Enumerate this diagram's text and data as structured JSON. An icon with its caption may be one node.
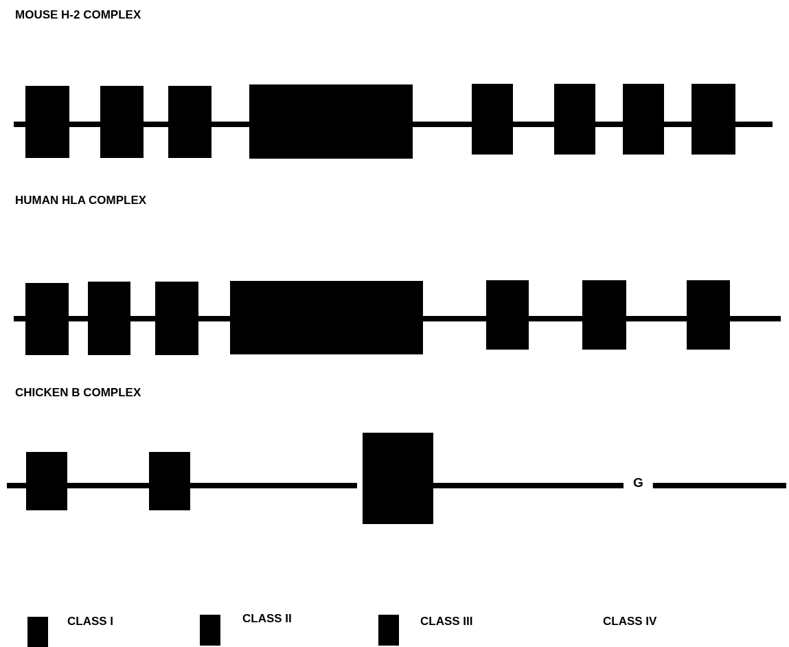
{
  "diagram": {
    "nodes": [
      {
        "text": [],
        "shape": "box"
      },
      {
        "text": [],
        "shape": "box"
      },
      {
        "text": [],
        "shape": "box"
      },
      {
        "text": [],
        "shape": "box"
      },
      {
        "text": [],
        "shape": "box"
      },
      {
        "text": [],
        "shape": "box"
      },
      {
        "text": [],
        "shape": "box"
      },
      {
        "text": [],
        "shape": "box"
      },
      {
        "text": [],
        "shape": "box"
      },
      {
        "text": [],
        "shape": "box"
      },
      {
        "text": [],
        "shape": "box"
      },
      {
        "text": [],
        "shape": "box"
      },
      {
        "text": [],
        "shape": "box"
      },
      {
        "text": [],
        "shape": "box"
      },
      {
        "text": [],
        "shape": "box"
      },
      {
        "text": [],
        "shape": "box"
      },
      {
        "text": [],
        "shape": "box"
      },
      {
        "text": [],
        "shape": "box"
      },
      {
        "text": [
          "G"
        ]
      }
    ],
    "edges": [
      {
        "from": null,
        "to": 0,
        "arrow": "none"
      },
      {
        "from": 0,
        "to": 1,
        "arrow": "none"
      },
      {
        "from": 1,
        "to": 2,
        "arrow": "none"
      },
      {
        "from": 2,
        "to": 3,
        "arrow": "none"
      },
      {
        "from": 3,
        "to": 4,
        "arrow": "none"
      },
      {
        "from": 4,
        "to": 5,
        "arrow": "none"
      },
      {
        "from": 5,
        "to": 6,
        "arrow": "none"
      },
      {
        "from": 6,
        "to": 7,
        "arrow": "none"
      },
      {
        "from": 7,
        "to": null,
        "arrow": "none"
      },
      {
        "from": null,
        "to": 8,
        "arrow": "none"
      },
      {
        "from": 8,
        "to": 9,
        "arrow": "none"
      },
      {
        "from": 9,
        "to": 10,
        "arrow": "none"
      },
      {
        "from": 10,
        "to": 11,
        "arrow": "none"
      },
      {
        "from": 11,
        "to": 12,
        "arrow": "none"
      },
      {
        "from": 12,
        "to": 13,
        "arrow": "none"
      },
      {
        "from": 13,
        "to": 14,
        "arrow": "none"
      },
      {
        "from": 14,
        "to": null,
        "arrow": "none"
      },
      {
        "from": null,
        "to": 15,
        "arrow": "none"
      },
      {
        "from": 15,
        "to": 16,
        "arrow": "none"
      },
      {
        "from": 16,
        "to": 17,
        "arrow": "none"
      },
      {
        "from": 17,
        "to": 18,
        "arrow": "none"
      },
      {
        "from": 18,
        "to": null,
        "arrow": "none"
      }
    ],
    "labels": [
      "MOUSE H-2 COMPLEX",
      "HUMAN HLA COMPLEX",
      "CHICKEN B COMPLEX"
    ],
    "legend": [
      {
        "text": "CLASS I",
        "color": "#000000"
      },
      {
        "text": "CLASS II",
        "color": "#000000"
      },
      {
        "text": "CLASS III",
        "color": "#000000"
      },
      {
        "text": "CLASS IV"
      }
    ]
  }
}
